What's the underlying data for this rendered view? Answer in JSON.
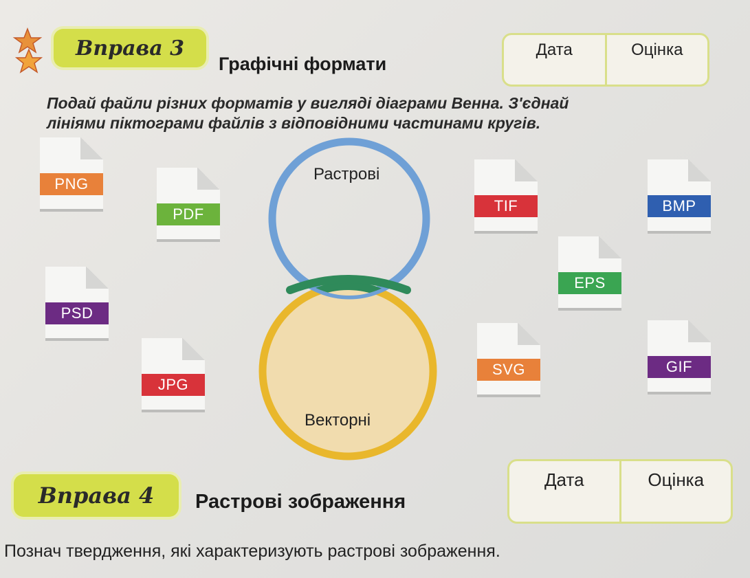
{
  "exercise3": {
    "label": "Вправа 3",
    "title": "Графічні формати",
    "date_label": "Дата",
    "grade_label": "Оцінка",
    "instruction_line1": "Подай файли різних форматів у вигляді діаграми Венна. З'єднай",
    "instruction_line2": "лініями піктограми файлів з відповідними частинами кругів."
  },
  "venn": {
    "top_label": "Растрові",
    "bottom_label": "Векторні",
    "colors": {
      "top": "#6fa0d6",
      "bottom": "#e9b72c",
      "overlap": "#2f8a5a",
      "bottom_fill": "#f1dcae"
    }
  },
  "files": [
    {
      "name": "PNG",
      "color": "#e8813a"
    },
    {
      "name": "PDF",
      "color": "#6cb33c"
    },
    {
      "name": "PSD",
      "color": "#6c2b83"
    },
    {
      "name": "JPG",
      "color": "#d8333a"
    },
    {
      "name": "TIF",
      "color": "#d8333a"
    },
    {
      "name": "BMP",
      "color": "#2f5fb0"
    },
    {
      "name": "EPS",
      "color": "#3aa552"
    },
    {
      "name": "SVG",
      "color": "#e8813a"
    },
    {
      "name": "GIF",
      "color": "#6c2b83"
    }
  ],
  "exercise4": {
    "label": "Вправа 4",
    "title": "Растрові зображення",
    "date_label": "Дата",
    "grade_label": "Оцінка",
    "instruction": "Познач твердження, які характеризують растрові зображення."
  }
}
